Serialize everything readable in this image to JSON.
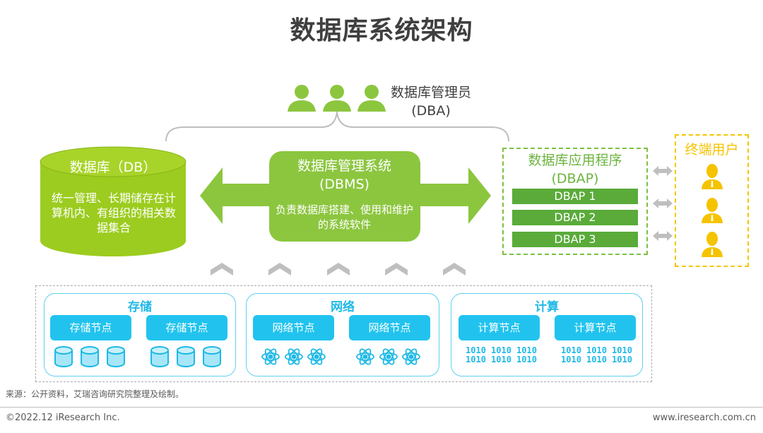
{
  "title": "数据库系统架构",
  "dba": {
    "label_line1": "数据库管理员",
    "label_line2": "(DBA)",
    "icon_count": 3,
    "color": "#8cc63f"
  },
  "db": {
    "title": "数据库（DB）",
    "description": "统一管理、长期储存在计算机内、有组织的相关数据集合",
    "color": "#9ccc1f"
  },
  "dbms": {
    "title_line1": "数据库管理系统",
    "title_line2": "(DBMS)",
    "description": "负责数据库搭建、使用和维护的系统软件",
    "color": "#8cc63f"
  },
  "dbap": {
    "title_line1": "数据库应用程序",
    "title_line2": "(DBAP)",
    "items": [
      "DBAP 1",
      "DBAP 2",
      "DBAP 3"
    ],
    "color": "#5aab3a"
  },
  "end_users": {
    "title": "终端用户",
    "count": 3,
    "color": "#f5c300"
  },
  "infrastructure": {
    "groups": [
      {
        "title": "存储",
        "nodes": [
          "存储节点",
          "存储节点"
        ],
        "icon": "database-cylinder-icon"
      },
      {
        "title": "网络",
        "nodes": [
          "网络节点",
          "网络节点"
        ],
        "icon": "atom-icon"
      },
      {
        "title": "计算",
        "nodes": [
          "计算节点",
          "计算节点"
        ],
        "icon": "binary-icon",
        "bits_text": "1010"
      }
    ],
    "accent_color": "#21c3ee"
  },
  "source": "来源：公开资料，艾瑞咨询研究院整理及绘制。",
  "footer": {
    "copyright": "©2022.12 iResearch Inc.",
    "website": "www.iresearch.com.cn"
  }
}
